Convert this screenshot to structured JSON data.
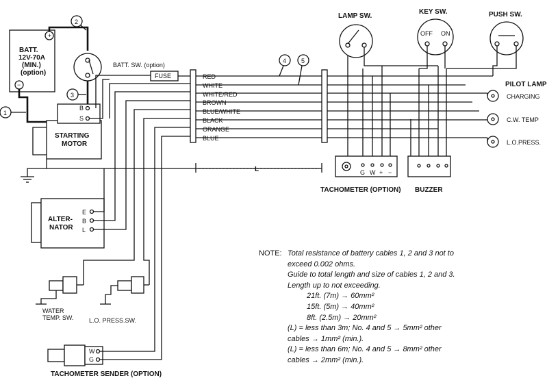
{
  "components": {
    "battery": {
      "line1": "BATT.",
      "line2": "12V-70A",
      "line3": "(MIN.)",
      "line4": "(option)",
      "plus": "+",
      "minus": "−"
    },
    "batt_switch": "BATT. SW. (option)",
    "fuse": "FUSE",
    "starting_motor": {
      "line1": "STARTING",
      "line2": "MOTOR",
      "term_b": "B",
      "term_s": "S"
    },
    "alternator": {
      "line1": "ALTER-",
      "line2": "NATOR",
      "term_e": "E",
      "term_b": "B",
      "term_l": "L"
    },
    "water_temp_sw": {
      "line1": "WATER",
      "line2": "TEMP. SW."
    },
    "lo_press_sw": "L.O.   PRESS.SW.",
    "tach_sender": {
      "label": "TACHOMETER SENDER (OPTION)",
      "term_w": "W",
      "term_g": "G"
    },
    "tachometer": {
      "label": "TACHOMETER (OPTION)",
      "terms": [
        "G",
        "W",
        "+",
        "−"
      ]
    },
    "buzzer": "BUZZER",
    "lamp_sw": "LAMP SW.",
    "key_sw": {
      "label": "KEY SW.",
      "off": "OFF",
      "on": "ON"
    },
    "push_sw": "PUSH SW.",
    "pilot_lamp": {
      "label": "PILOT LAMP",
      "lamps": [
        "CHARGING",
        "C.W. TEMP",
        "L.O.PRESS."
      ]
    }
  },
  "wires": [
    "RED",
    "WHITE",
    "WHITE/RED",
    "BROWN",
    "BLUE/WHITE",
    "BLACK",
    "ORANGE",
    "BLUE"
  ],
  "cable_numbers": [
    "1",
    "2",
    "3",
    "4",
    "5"
  ],
  "length_label": "L",
  "note": {
    "heading": "NOTE:",
    "line1": "Total resistance of battery cables 1, 2 and 3 not to",
    "line2": "exceed 0.002 ohms.",
    "line3": "Guide to total length and size of cables 1, 2 and 3.",
    "line4": "Length up to not exceeding.",
    "spec1": "21ft. (7m) → 60mm²",
    "spec2": "15ft. (5m) → 40mm²",
    "spec3": "8ft. (2.5m) → 20mm²",
    "l_rule1a": "(L)  =  less than 3m; No. 4 and 5 → 5mm² other",
    "l_rule1b": "cables → 1mm² (min.).",
    "l_rule2a": "(L)  =  less than 6m; No. 4 and 5 → 8mm² other",
    "l_rule2b": "cables → 2mm² (min.)."
  }
}
